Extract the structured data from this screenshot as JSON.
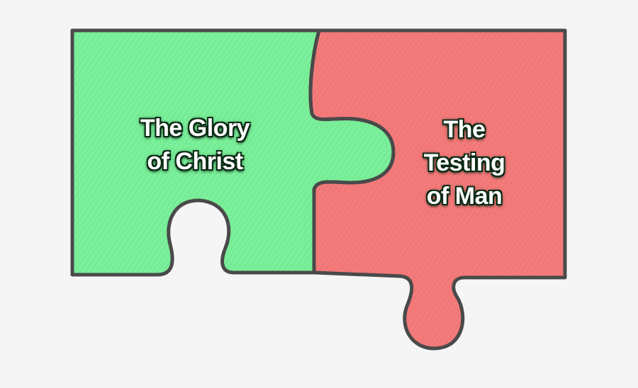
{
  "pieces": {
    "left": {
      "lines": [
        "The Glory",
        "of Christ"
      ],
      "color": "#7af09a"
    },
    "right": {
      "lines": [
        "The",
        "Testing",
        "of Man"
      ],
      "color": "#f57a7a"
    }
  },
  "outline_color": "#4a4a4a"
}
